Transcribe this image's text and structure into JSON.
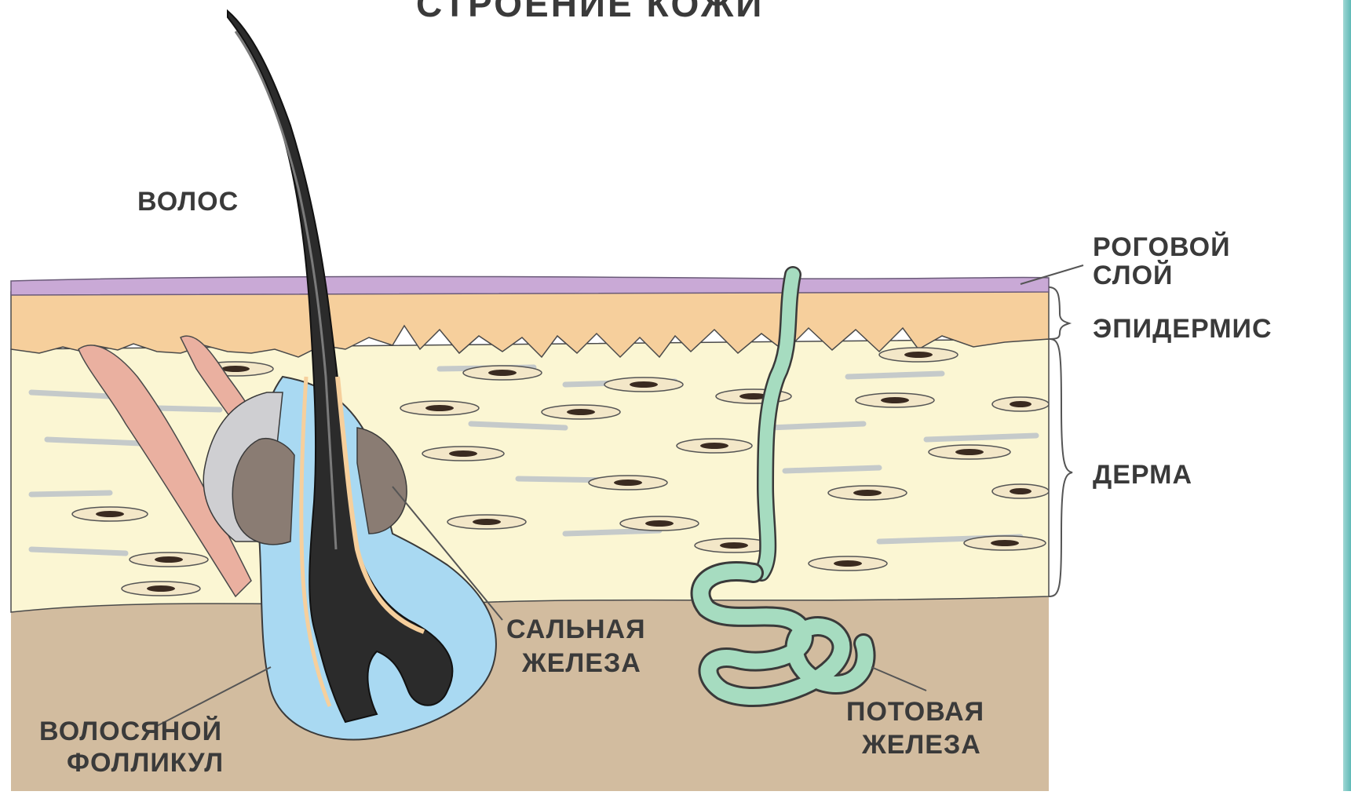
{
  "title": "СТРОЕНИЕ КОЖИ",
  "labels": {
    "hair": "ВОЛОС",
    "stratum_corneum_1": "РОГОВОЙ",
    "stratum_corneum_2": "СЛОЙ",
    "epidermis": "ЭПИДЕРМИС",
    "dermis": "ДЕРМА",
    "sebaceous_gland_1": "САЛЬНАЯ",
    "sebaceous_gland_2": "ЖЕЛЕЗА",
    "hair_follicle_1": "ВОЛОСЯНОЙ",
    "hair_follicle_2": "ФОЛЛИКУЛ",
    "sweat_gland_1": "ПОТОВАЯ",
    "sweat_gland_2": "ЖЕЛЕЗА"
  },
  "colors": {
    "stratum_corneum": "#c9a9d6",
    "epidermis": "#f6cf9c",
    "dermis": "#fbf6d3",
    "hypodermis": "#d2bc9f",
    "hair": "#2b2b2b",
    "follicle": "#a9d9f2",
    "sebaceous_gland": "#8a7c73",
    "sweat_gland": "#a6dcc0",
    "muscle": "#eab0a0",
    "frame": "#5fb9b6"
  }
}
